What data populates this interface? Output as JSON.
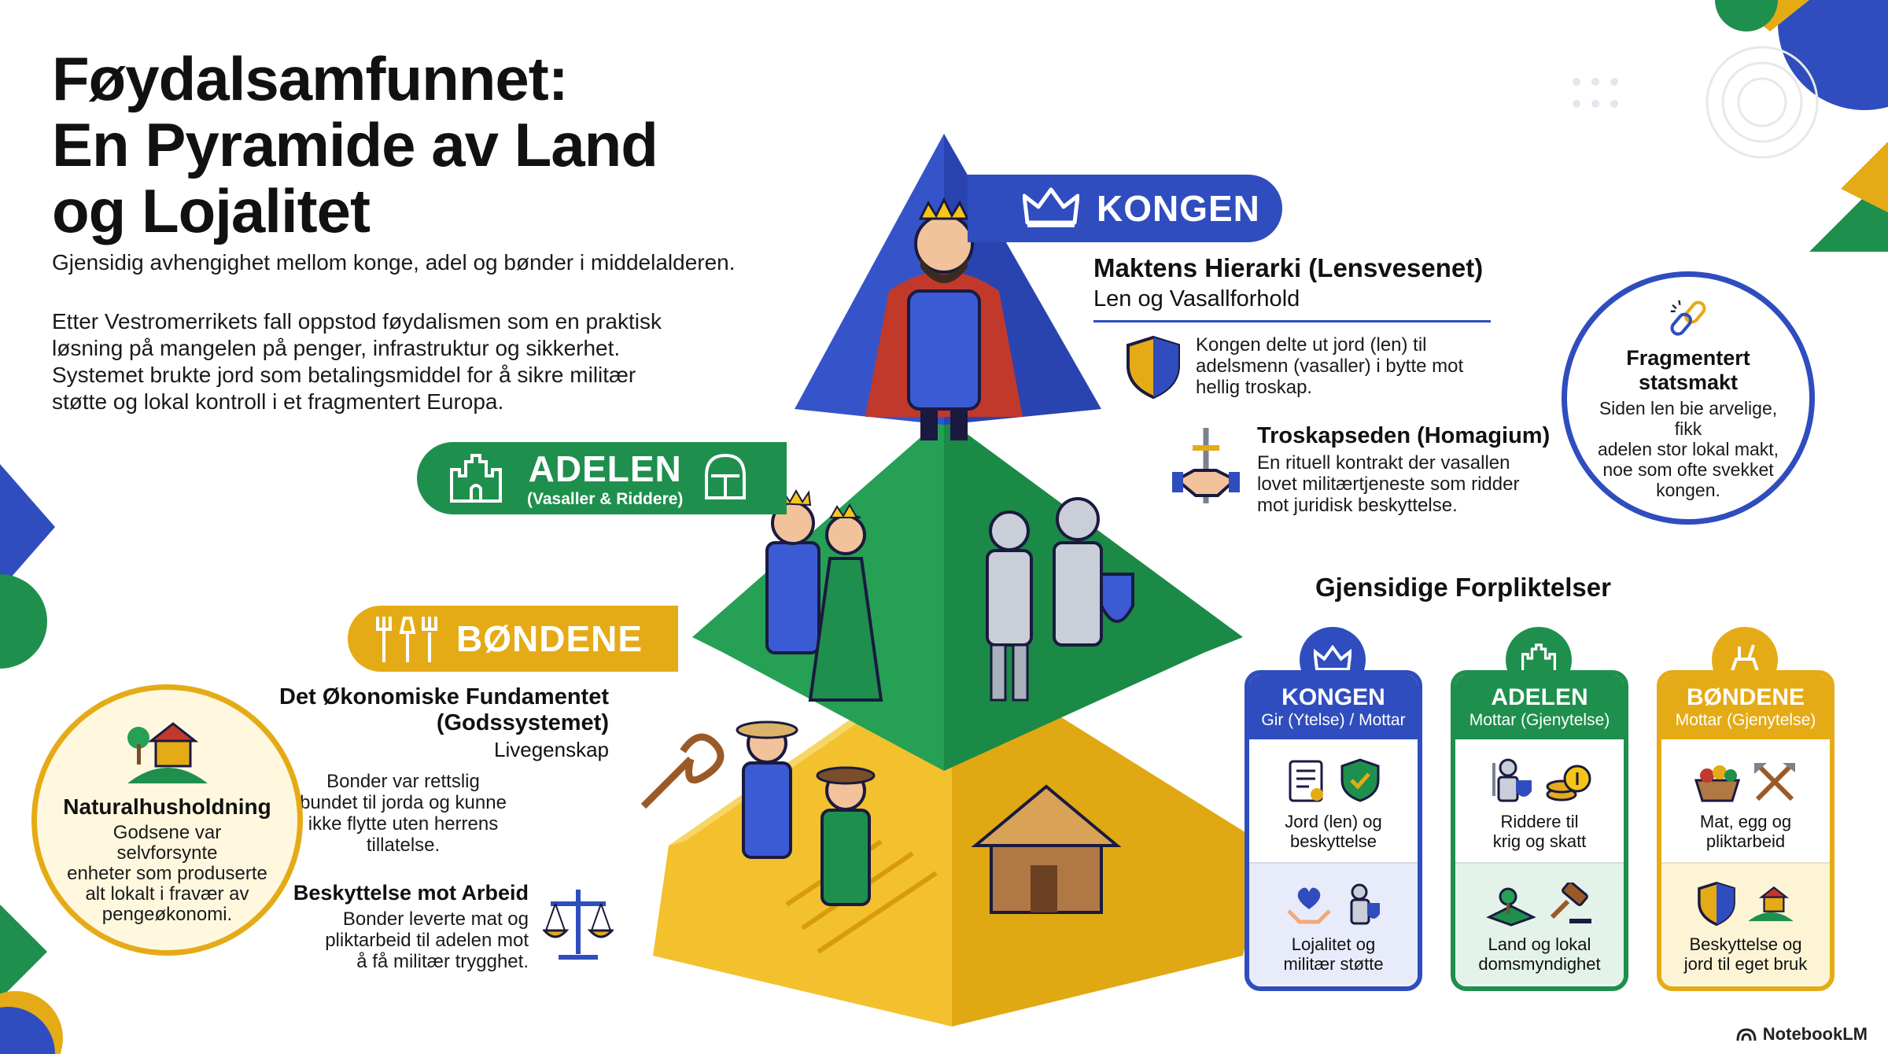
{
  "header": {
    "title_line1": "Føydalsamfunnet:",
    "title_line2": "En Pyramide av Land",
    "title_line3": "og Lojalitet",
    "subtitle": "Gjensidig avhengighet mellom konge, adel og bønder i middelalderen.",
    "intro_line1": "Etter Vestromerrikets fall oppstod føydalismen som en praktisk",
    "intro_line2": "løsning på mangelen på penger, infrastruktur og sikkerhet.",
    "intro_line3": "Systemet brukte jord som betalingsmiddel for å sikre militær",
    "intro_line4": "støtte og lokal kontroll i et fragmentert Europa."
  },
  "pyramid": {
    "king_label": "KONGEN",
    "noble_label": "ADELEN",
    "noble_sub": "(Vasaller & Riddere)",
    "peasant_label": "BØNDENE"
  },
  "hierarchy": {
    "title": "Maktens Hierarki (Lensvesenet)",
    "subtitle": "Len og Vasallforhold",
    "text_line1": "Kongen delte ut jord (len) til",
    "text_line2": "adelsmenn (vasaller) i bytte mot",
    "text_line3": "hellig troskap."
  },
  "oath": {
    "title": "Troskapseden (Homagium)",
    "text_line1": "En rituell kontrakt der vasallen",
    "text_line2": "lovet militærtjeneste som ridder",
    "text_line3": "mot juridisk beskyttelse."
  },
  "fragmented": {
    "title": "Fragmentert statsmakt",
    "text_line1": "Siden len bie arvelige, fikk",
    "text_line2": "adelen stor lokal makt,",
    "text_line3": "noe som ofte svekket",
    "text_line4": "kongen."
  },
  "economy": {
    "title_line1": "Det Økonomiske Fundamentet",
    "title_line2": "(Godssystemet)",
    "subtitle": "Livegenskap",
    "text_line1": "Bonder var rettslig",
    "text_line2": "bundet til jorda og kunne",
    "text_line3": "ikke flytte uten herrens",
    "text_line4": "tillatelse."
  },
  "protection": {
    "title": "Beskyttelse mot Arbeid",
    "text_line1": "Bonder leverte mat og",
    "text_line2": "pliktarbeid til adelen mot",
    "text_line3": "å få militær trygghet."
  },
  "natural": {
    "title": "Naturalhusholdning",
    "text_line1": "Godsene var selvforsynte",
    "text_line2": "enheter som produserte",
    "text_line3": "alt lokalt i fravær av",
    "text_line4": "pengeøkonomi."
  },
  "obligations": {
    "heading": "Gjensidige Forpliktelser",
    "cards": [
      {
        "title": "KONGEN",
        "sub": "Gir (Ytelse) / Mottar",
        "top_line1": "Jord (len) og",
        "top_line2": "beskyttelse",
        "bottom_line1": "Lojalitet og",
        "bottom_line2": "militær støtte"
      },
      {
        "title": "ADELEN",
        "sub": "Mottar (Gjenytelse)",
        "top_line1": "Riddere til",
        "top_line2": "krig og skatt",
        "bottom_line1": "Land og lokal",
        "bottom_line2": "domsmyndighet"
      },
      {
        "title": "BØNDENE",
        "sub": "Mottar (Gjenytelse)",
        "top_line1": "Mat, egg og",
        "top_line2": "pliktarbeid",
        "bottom_line1": "Beskyttelse og",
        "bottom_line2": "jord til eget bruk"
      }
    ]
  },
  "brand": "NotebookLM",
  "colors": {
    "blue": "#2f4dbe",
    "green": "#1f8f4d",
    "yellow": "#e5ab16"
  }
}
